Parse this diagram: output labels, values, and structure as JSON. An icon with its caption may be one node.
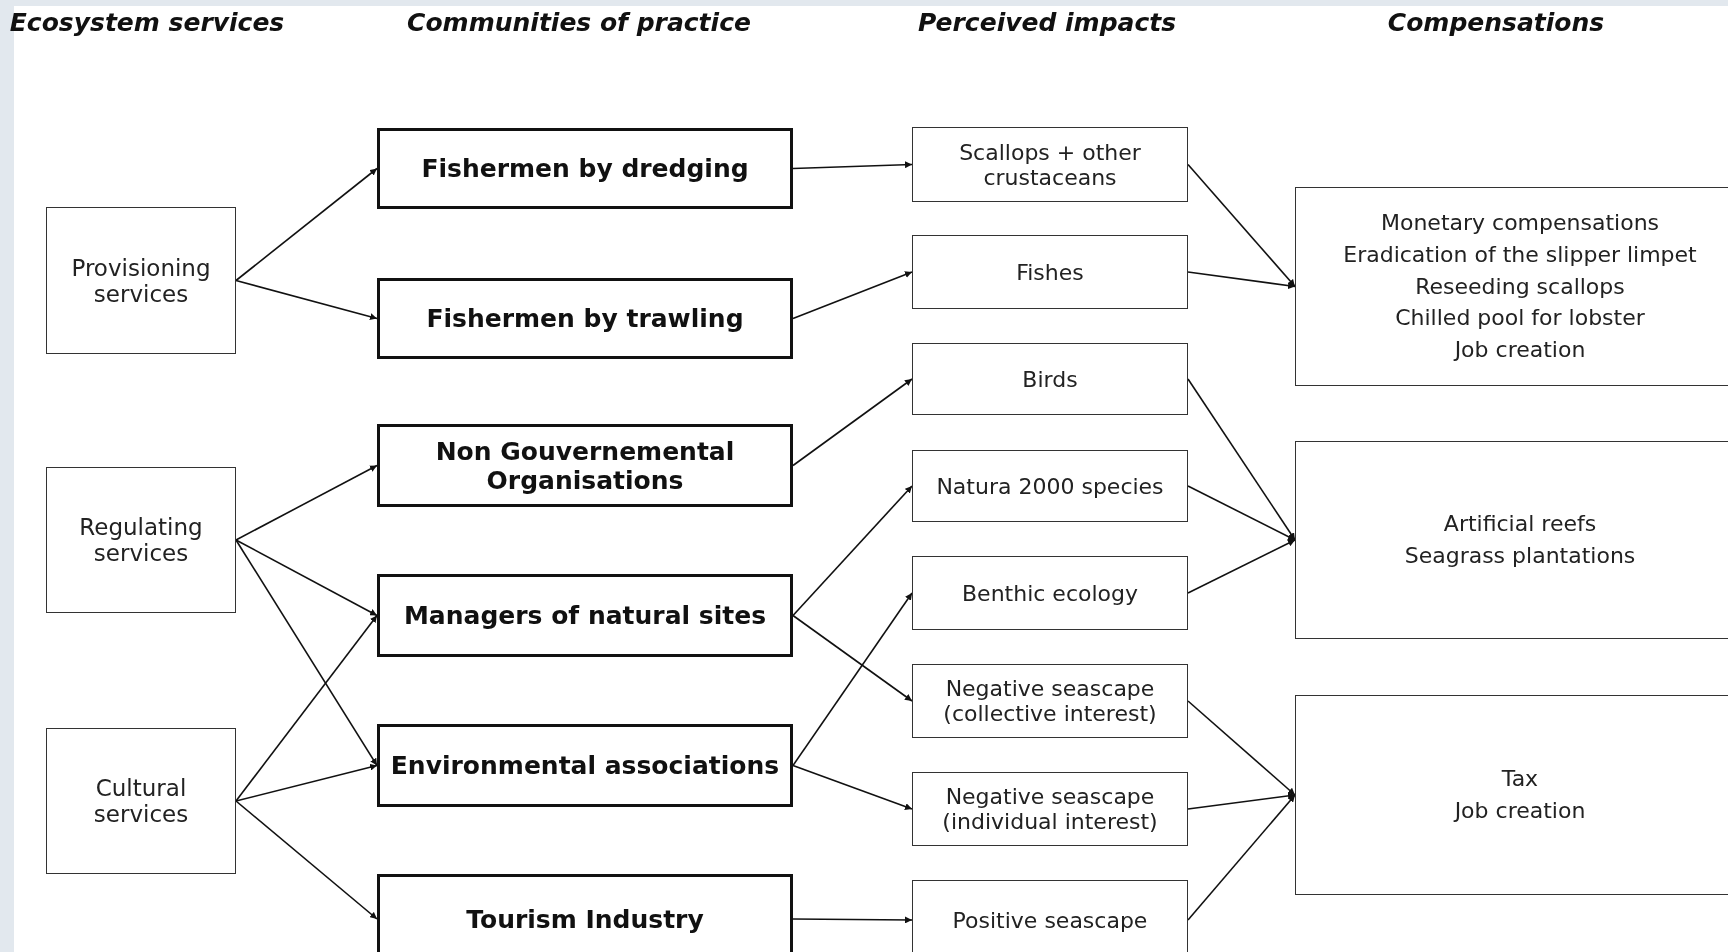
{
  "diagram": {
    "nodes": [
      {
        "text": [
          "Provisioning services"
        ]
      },
      {
        "text": [
          "Regulating services"
        ]
      },
      {
        "text": [
          "Cultural services"
        ]
      },
      {
        "text": [
          "Fishermen by dredging"
        ]
      },
      {
        "text": [
          "Fishermen by trawling"
        ]
      },
      {
        "text": [
          "Non Gouvernemental Organisations"
        ]
      },
      {
        "text": [
          "Managers of natural sites"
        ]
      },
      {
        "text": [
          "Environmental associations"
        ]
      },
      {
        "text": [
          "Tourism Industry"
        ]
      },
      {
        "text": [
          "Scallops + other crustaceans"
        ]
      },
      {
        "text": [
          "Fishes"
        ]
      },
      {
        "text": [
          "Birds"
        ]
      },
      {
        "text": [
          "Natura 2000 species"
        ]
      },
      {
        "text": [
          "Benthic ecology"
        ]
      },
      {
        "text": [
          "Negative seascape (collective interest)"
        ]
      },
      {
        "text": [
          "Negative seascape (individual interest)"
        ]
      },
      {
        "text": [
          "Positive seascape"
        ]
      },
      {
        "text": [
          "Monetary compensations",
          "Eradication of the slipper limpet",
          "Reseeding scallops",
          "Chilled pool for lobster",
          "Job creation"
        ]
      },
      {
        "text": [
          "Artificial reefs",
          "Seagrass plantations"
        ]
      },
      {
        "text": [
          "Tax",
          "Job creation"
        ]
      }
    ],
    "edges": [
      {
        "from": 0,
        "to": 3,
        "arrow": "to"
      },
      {
        "from": 0,
        "to": 4,
        "arrow": "to"
      },
      {
        "from": 1,
        "to": 5,
        "arrow": "to"
      },
      {
        "from": 1,
        "to": 6,
        "arrow": "to"
      },
      {
        "from": 1,
        "to": 7,
        "arrow": "to"
      },
      {
        "from": 2,
        "to": 6,
        "arrow": "to"
      },
      {
        "from": 2,
        "to": 7,
        "arrow": "to"
      },
      {
        "from": 2,
        "to": 8,
        "arrow": "to"
      },
      {
        "from": 3,
        "to": 9,
        "arrow": "to"
      },
      {
        "from": 4,
        "to": 10,
        "arrow": "to"
      },
      {
        "from": 5,
        "to": 11,
        "arrow": "to"
      },
      {
        "from": 6,
        "to": 12,
        "arrow": "to"
      },
      {
        "from": 6,
        "to": 14,
        "arrow": "to"
      },
      {
        "from": 7,
        "to": 13,
        "arrow": "to"
      },
      {
        "from": 7,
        "to": 15,
        "arrow": "to"
      },
      {
        "from": 8,
        "to": 16,
        "arrow": "to"
      },
      {
        "from": 9,
        "to": 17,
        "arrow": "to"
      },
      {
        "from": 10,
        "to": 17,
        "arrow": "to"
      },
      {
        "from": 11,
        "to": 18,
        "arrow": "to"
      },
      {
        "from": 12,
        "to": 18,
        "arrow": "to"
      },
      {
        "from": 13,
        "to": 18,
        "arrow": "to"
      },
      {
        "from": 14,
        "to": 19,
        "arrow": "to"
      },
      {
        "from": 15,
        "to": 19,
        "arrow": "to"
      },
      {
        "from": 16,
        "to": 19,
        "arrow": "to"
      }
    ],
    "labels": [
      "Ecosystem services",
      "Communities of practice",
      "Perceived impacts",
      "Compensations"
    ]
  }
}
